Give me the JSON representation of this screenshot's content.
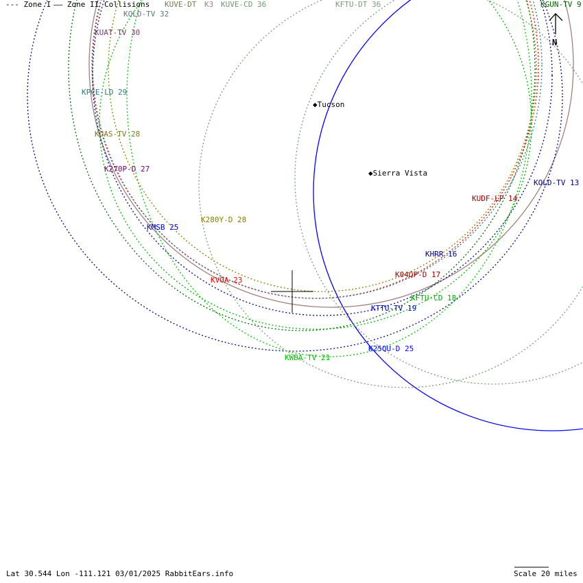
{
  "legend": {
    "zone1": "--- Zone I",
    "zone2": "—— Zone II",
    "collisions": "Collisions"
  },
  "stations": [
    {
      "label": "KOLD-TV 32",
      "color": "#5a7a7a"
    },
    {
      "label": "KUVE-DT",
      "color": "#7a7a4a"
    },
    {
      "label": "K3",
      "color": "#a08080"
    },
    {
      "label": "KUVE-CD 36",
      "color": "#6a9a6a"
    },
    {
      "label": "KFTU-DT 36",
      "color": "#7a9a7a"
    },
    {
      "label": "KGUN-TV 9",
      "color": "#006400"
    },
    {
      "label": "KUAT-TV 30",
      "color": "#7a3a7a"
    },
    {
      "label": "KPCE-LD 29",
      "color": "#2a7a7a"
    },
    {
      "label": "KUAS-TV 28",
      "color": "#7a7a20"
    },
    {
      "label": "K270P-D 27",
      "color": "#700070"
    },
    {
      "label": "KMSB 25",
      "color": "#0000cc"
    },
    {
      "label": "K280Y-D 28",
      "color": "#808000"
    },
    {
      "label": "KVOA 23",
      "color": "#ff0000"
    },
    {
      "label": "KOLD-TV 13",
      "color": "#00008b"
    },
    {
      "label": "KUDF-LP 14",
      "color": "#a00000"
    },
    {
      "label": "KHRR 16",
      "color": "#00008b"
    },
    {
      "label": "K04QP-D 17",
      "color": "#a00000"
    },
    {
      "label": "KFTU-CD 18",
      "color": "#00b000"
    },
    {
      "label": "KTTU-TV 19",
      "color": "#0000cc"
    },
    {
      "label": "K25QU-D 25",
      "color": "#0000ff"
    },
    {
      "label": "KWBA-TV 21",
      "color": "#00c000"
    }
  ],
  "cities": [
    {
      "name": "Tucson"
    },
    {
      "name": "Sierra Vista"
    }
  ],
  "compass": "N",
  "footer": {
    "info": "Lat 30.544 Lon -111.121 03/01/2025 RabbitEars.info",
    "scale": "Scale 20 miles"
  }
}
